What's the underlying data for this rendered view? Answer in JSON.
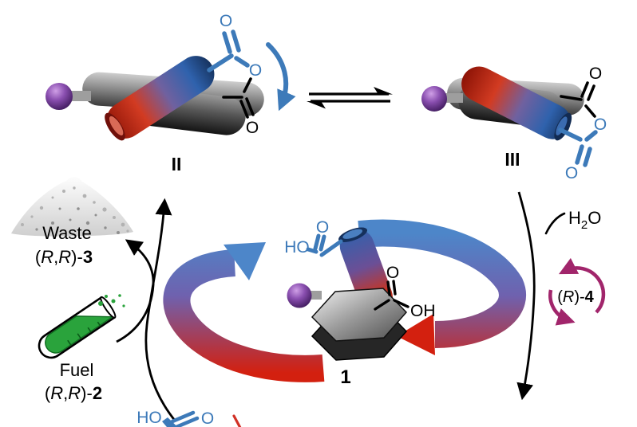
{
  "colors": {
    "chem_blue": "#3d7ab9",
    "chem_black": "#000000",
    "catalyst_magenta": "#a1256b",
    "cycle_arrow_blue": "#4d86c9",
    "cycle_arrow_red": "#d3200f",
    "capsule_red": "#c0261a",
    "capsule_blue": "#2f62ad",
    "stopper_purple": "#7b3f9e",
    "axle_gray": "#4a4a4a",
    "fuel_green": "#2aa33c",
    "background": "#ffffff"
  },
  "labels": {
    "state_ii": "II",
    "state_iii": "III",
    "compound_one": "1"
  },
  "waste": {
    "title": "Waste",
    "formula_parts": [
      "(",
      "R",
      ",",
      "R",
      ")-",
      "3"
    ]
  },
  "fuel": {
    "title": "Fuel",
    "formula_parts": [
      "(",
      "R",
      ",",
      "R",
      ")-",
      "2"
    ]
  },
  "water": {
    "formula_parts": [
      "H",
      "2",
      "O"
    ]
  },
  "catalyst": {
    "formula_parts": [
      "(",
      "R",
      ")-",
      "4"
    ]
  },
  "structures": {
    "anhydride_ii": {
      "o_top": "O",
      "o_ring": "O",
      "o_bottom": "O"
    },
    "anhydride_iii": {
      "o_top": "O",
      "o_ring": "O",
      "o_bottom": "O"
    },
    "diacid_one": {
      "ho": "HO",
      "o_top": "O",
      "o_side": "O",
      "oh": "OH"
    },
    "fuel_fragment": {
      "ho": "HO",
      "o": "O"
    }
  }
}
